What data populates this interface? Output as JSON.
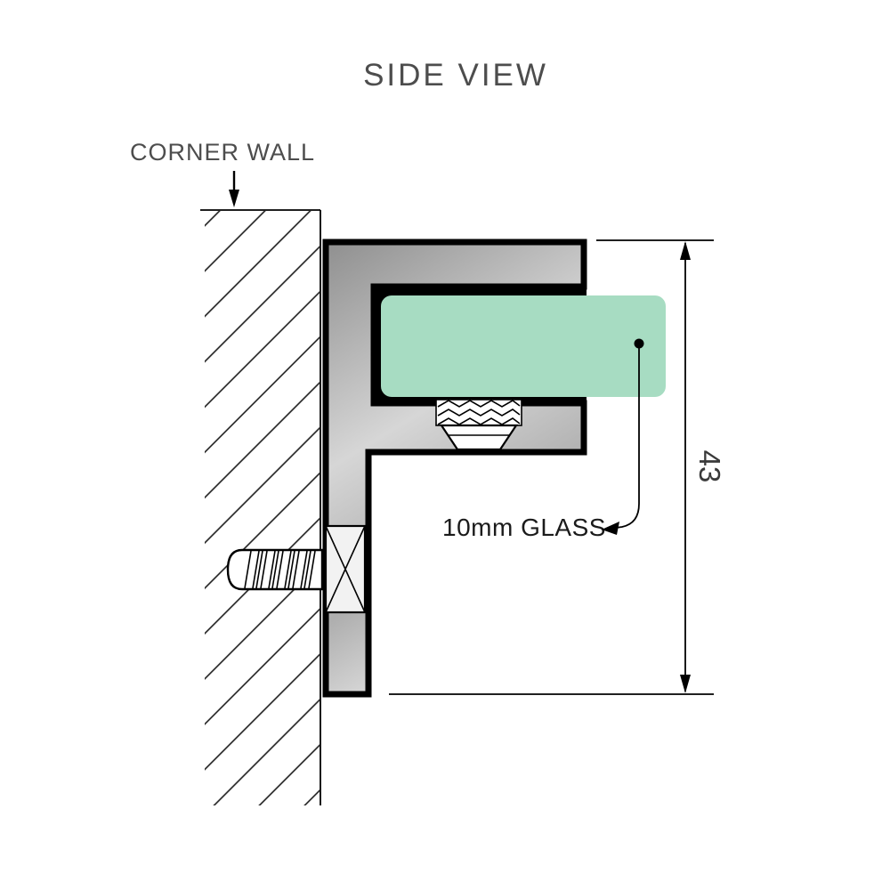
{
  "page": {
    "title": "SIDE VIEW"
  },
  "diagram": {
    "labels": {
      "corner_wall": "CORNER WALL",
      "glass_callout": "10mm GLASS",
      "dimension_height": "43"
    },
    "colors": {
      "glass": "#a7dcc2",
      "metal_light": "#e4e4e4",
      "metal_mid": "#c0c0c0",
      "metal_dark": "#939393",
      "outline": "#000000",
      "label_gray": "#4d4d4d"
    }
  }
}
